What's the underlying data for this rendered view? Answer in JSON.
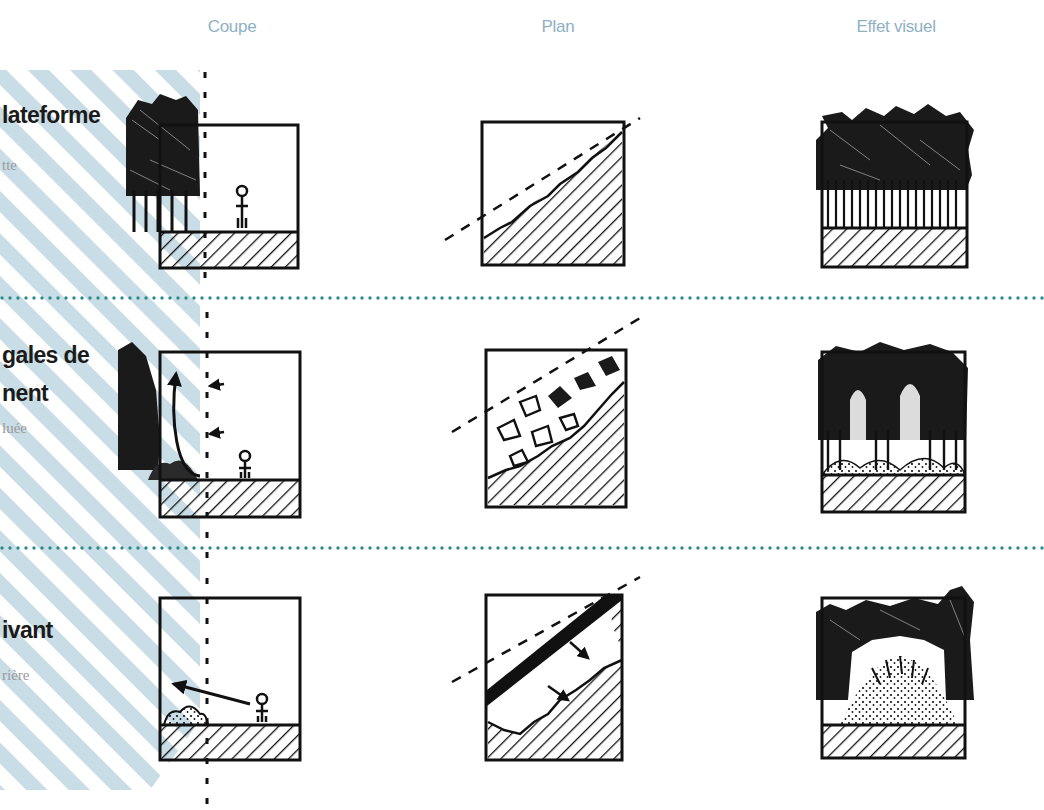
{
  "diagram": {
    "labels": [
      "Coupe",
      "Plan",
      "Effet visuel",
      "lateforme",
      "tte",
      "gales de nent",
      "luée",
      "ivant",
      "rière"
    ]
  }
}
